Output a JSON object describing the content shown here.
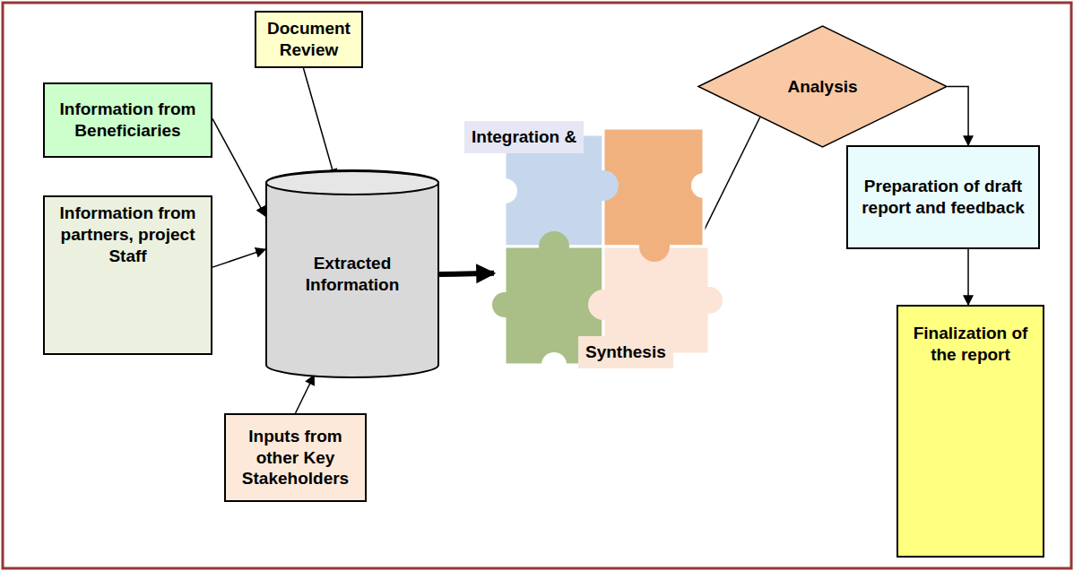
{
  "diagram": {
    "nodes": [
      {
        "text": [
          "Document Review"
        ]
      },
      {
        "text": [
          "Information from Beneficiaries"
        ]
      },
      {
        "text": [
          "Information from partners, project Staff"
        ]
      },
      {
        "text": [
          "Inputs from other Key Stakeholders"
        ]
      },
      {
        "text": [
          "Extracted Information"
        ]
      },
      {
        "text": [
          "Integration &",
          "Synthesis"
        ]
      },
      {
        "text": [
          "Analysis"
        ]
      },
      {
        "text": [
          "Preparation of draft report and feedback"
        ]
      },
      {
        "text": [
          "Finalization of the report"
        ]
      }
    ],
    "edges": [
      {
        "from": 0,
        "to": 4,
        "arrow": "to"
      },
      {
        "from": 1,
        "to": 4,
        "arrow": "to"
      },
      {
        "from": 2,
        "to": 4,
        "arrow": "to"
      },
      {
        "from": 3,
        "to": 4,
        "arrow": "to"
      },
      {
        "from": 4,
        "to": 5,
        "arrow": "to"
      },
      {
        "from": 5,
        "to": 6,
        "arrow": "none"
      },
      {
        "from": 6,
        "to": 7,
        "arrow": "to"
      },
      {
        "from": 7,
        "to": 8,
        "arrow": "to"
      }
    ]
  }
}
